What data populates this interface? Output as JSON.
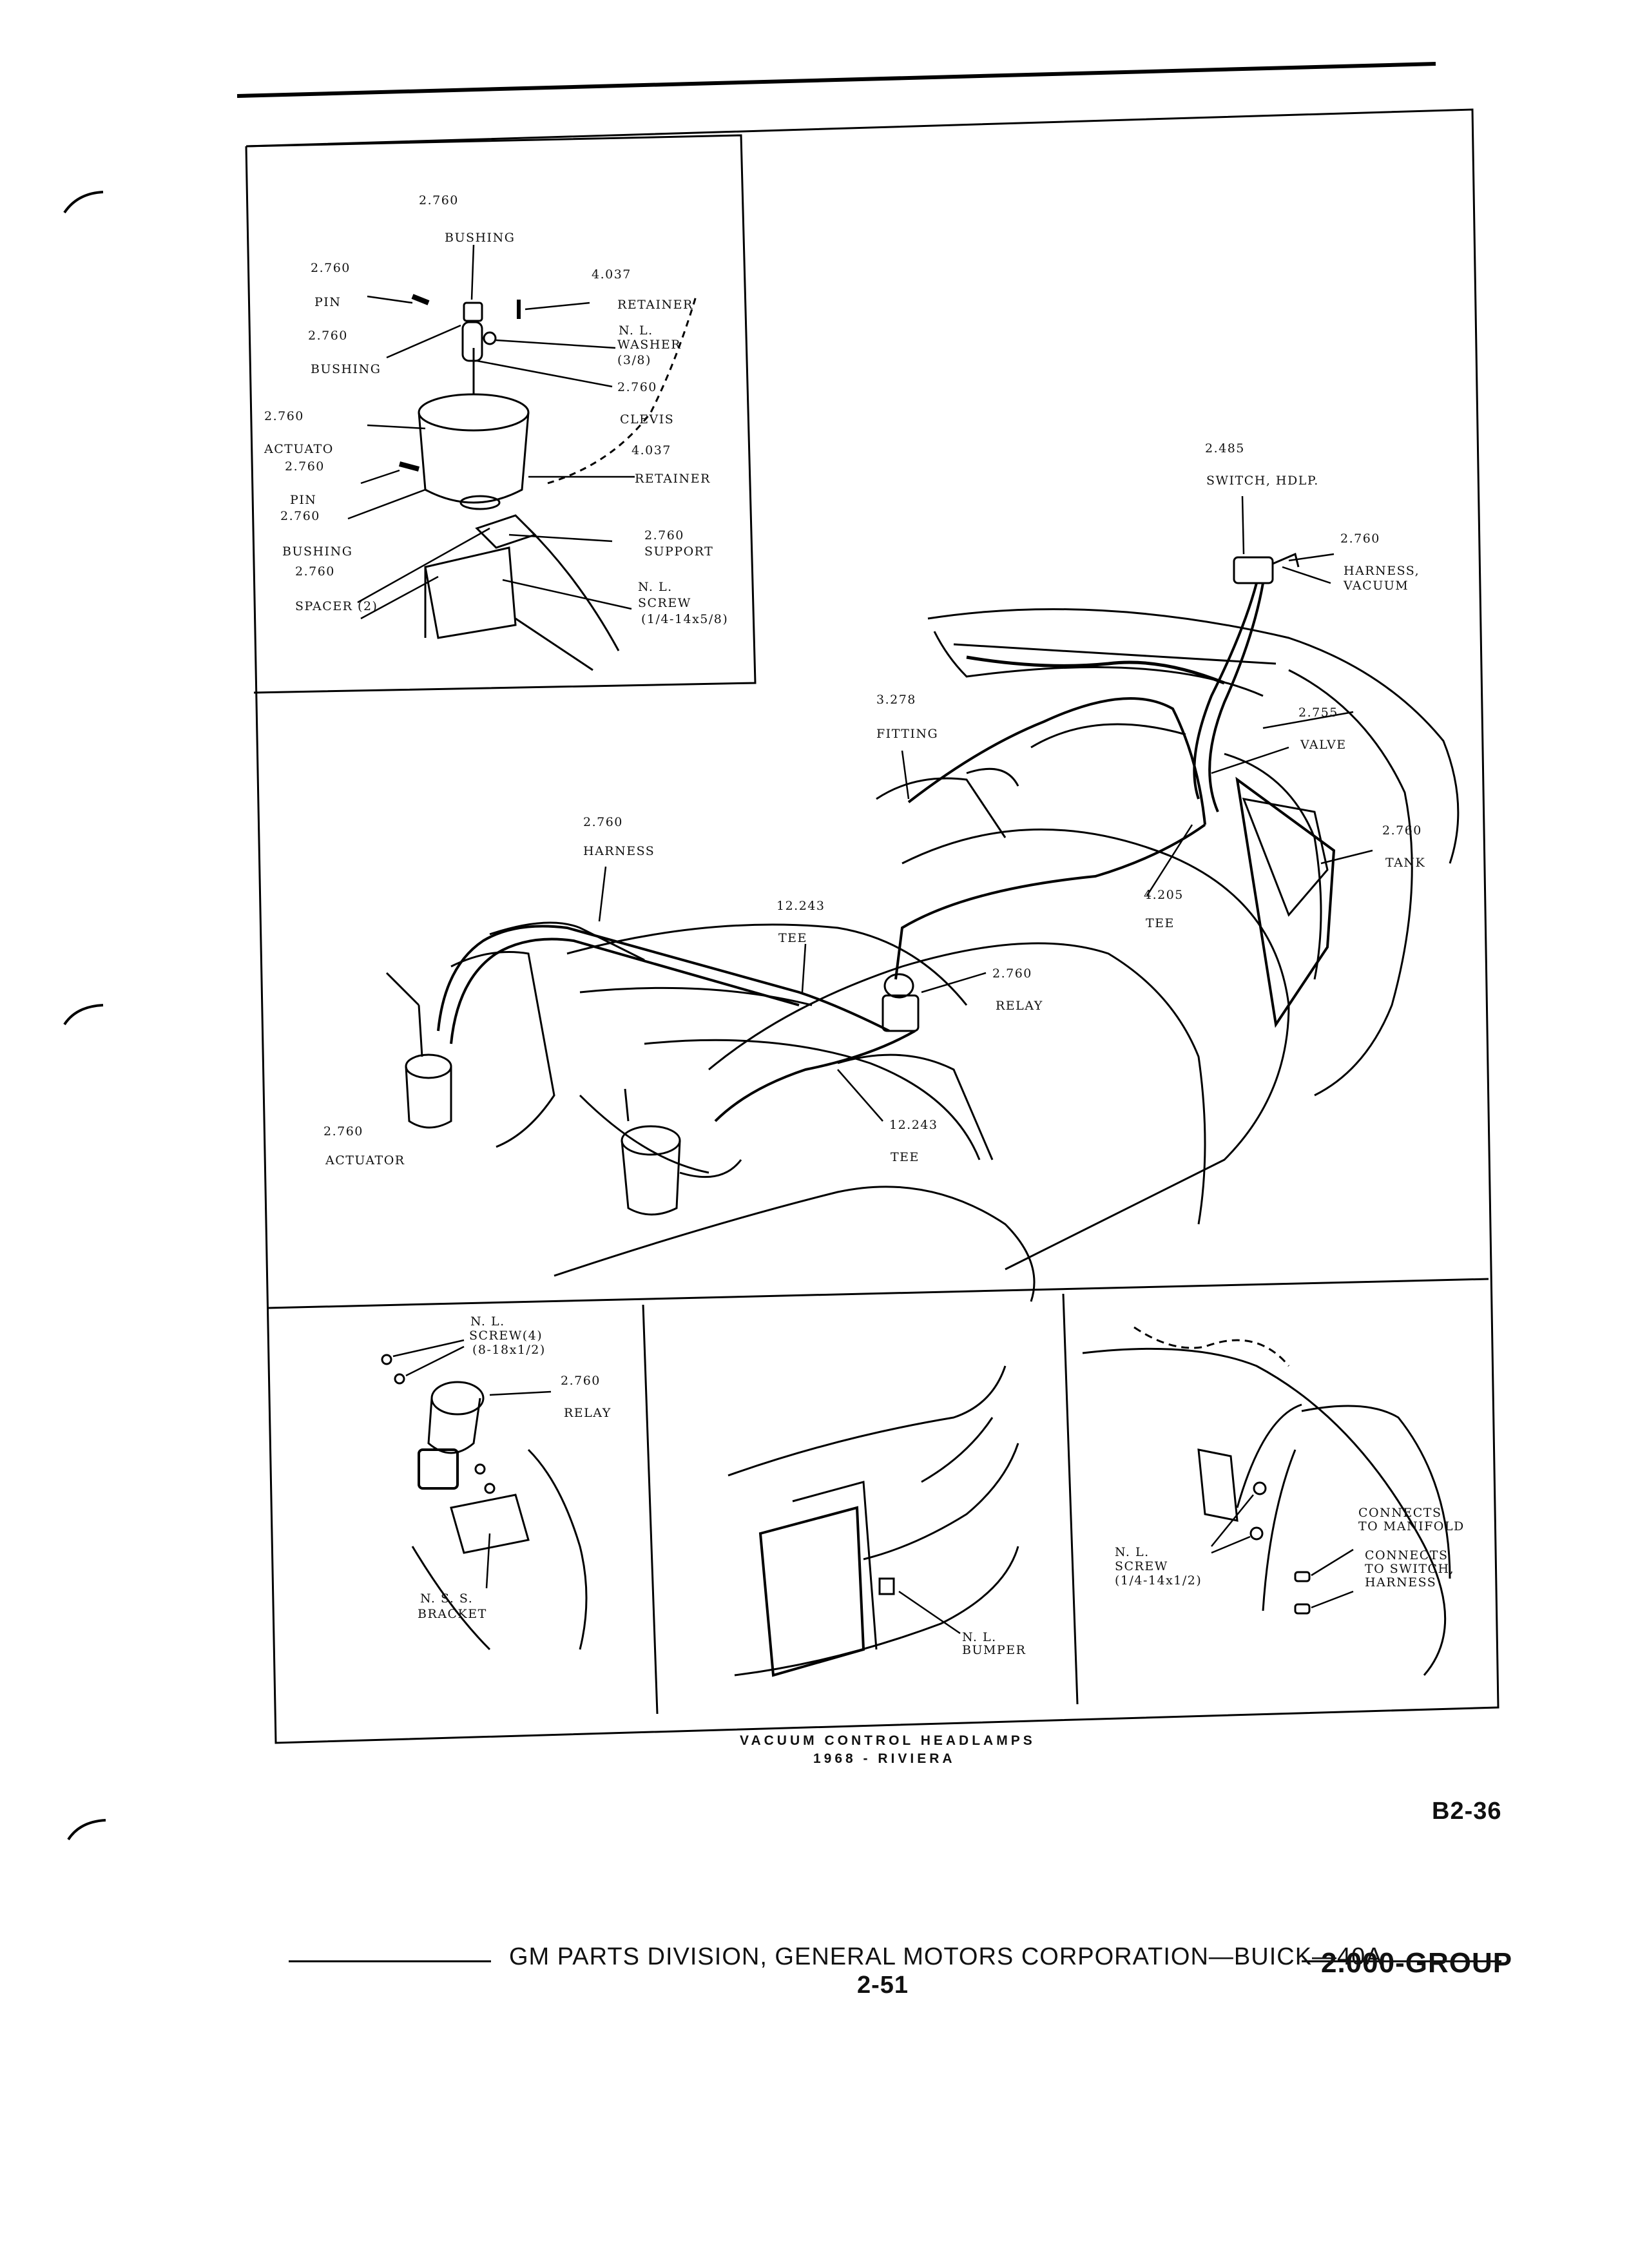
{
  "top_panel": {
    "labels": [
      {
        "text": "2.760"
      },
      {
        "text": "BUSHING"
      },
      {
        "text": "2.760"
      },
      {
        "text": "4.037"
      },
      {
        "text": "PIN"
      },
      {
        "text": "RETAINER"
      },
      {
        "text": "2.760"
      },
      {
        "text": "N. L."
      },
      {
        "text": "WASHER"
      },
      {
        "text": "(3/8)"
      },
      {
        "text": "BUSHING"
      },
      {
        "text": "2.760"
      },
      {
        "text": "2.760"
      },
      {
        "text": "CLEVIS"
      },
      {
        "text": "ACTUATO"
      },
      {
        "text": "4.037"
      },
      {
        "text": "2.760"
      },
      {
        "text": "RETAINER"
      },
      {
        "text": "PIN"
      },
      {
        "text": "2.760"
      },
      {
        "text": "2.760"
      },
      {
        "text": "SUPPORT"
      },
      {
        "text": "BUSHING"
      },
      {
        "text": "2.760"
      },
      {
        "text": "N. L."
      },
      {
        "text": "SCREW"
      },
      {
        "text": "SPACER (2)"
      },
      {
        "text": "(1/4-14x5/8)"
      }
    ]
  },
  "main_panel": {
    "labels": [
      {
        "text": "2.485"
      },
      {
        "text": "SWITCH, HDLP."
      },
      {
        "text": "2.760"
      },
      {
        "text": "HARNESS,"
      },
      {
        "text": "VACUUM"
      },
      {
        "text": "3.278"
      },
      {
        "text": "FITTING"
      },
      {
        "text": "2.755"
      },
      {
        "text": "VALVE"
      },
      {
        "text": "2.760"
      },
      {
        "text": "TANK"
      },
      {
        "text": "2.760"
      },
      {
        "text": "HARNESS"
      },
      {
        "text": "4.205"
      },
      {
        "text": "TEE"
      },
      {
        "text": "12.243"
      },
      {
        "text": "TEE"
      },
      {
        "text": "2.760"
      },
      {
        "text": "RELAY"
      },
      {
        "text": "12.243"
      },
      {
        "text": "TEE"
      },
      {
        "text": "2.760"
      },
      {
        "text": "ACTUATOR"
      }
    ]
  },
  "bottom_left_panel": {
    "labels": [
      {
        "text": "N. L."
      },
      {
        "text": "SCREW(4)"
      },
      {
        "text": "(8-18x1/2)"
      },
      {
        "text": "2.760"
      },
      {
        "text": "RELAY"
      },
      {
        "text": "N. S. S."
      },
      {
        "text": "BRACKET"
      }
    ]
  },
  "bottom_mid_panel": {
    "labels": [
      {
        "text": "N. L."
      },
      {
        "text": "BUMPER"
      }
    ]
  },
  "bottom_right_panel": {
    "labels": [
      {
        "text": "CONNECTS"
      },
      {
        "text": "TO MANIFOLD"
      },
      {
        "text": "CONNECTS"
      },
      {
        "text": "TO SWITCH,"
      },
      {
        "text": "HARNESS"
      },
      {
        "text": "N. L."
      },
      {
        "text": "SCREW"
      },
      {
        "text": "(1/4-14x1/2)"
      }
    ]
  },
  "caption": {
    "line1": "VACUUM CONTROL HEADLAMPS",
    "line2": "1968 - RIVIERA"
  },
  "page_code": "B2-36",
  "footer": {
    "text": "GM PARTS DIVISION, GENERAL MOTORS CORPORATION—BUICK—40A",
    "page": "2-51",
    "group": "2.000-GROUP"
  }
}
